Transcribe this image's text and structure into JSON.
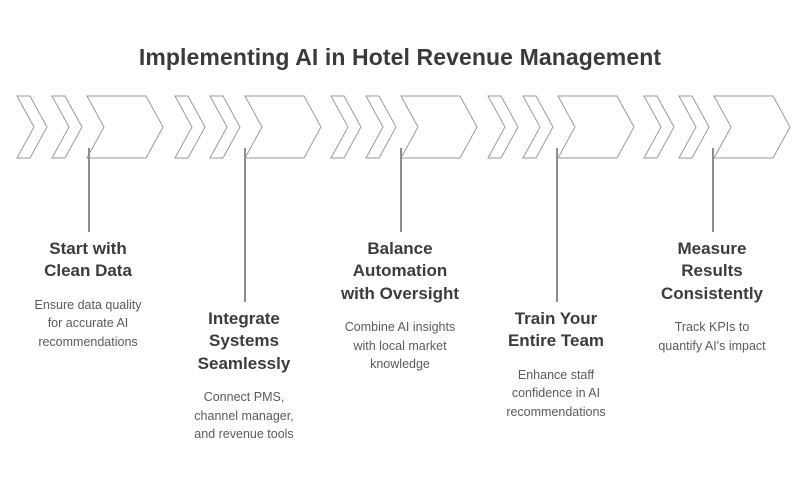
{
  "title": "Implementing AI in Hotel Revenue Management",
  "colors": {
    "background": "#ffffff",
    "title_text": "#3a3a3a",
    "heading_text": "#3c3c3c",
    "description_text": "#5b5b5b",
    "chevron_stroke": "#9a9a9a",
    "chevron_fill": "#ffffff",
    "connector_line": "#8d8d8d"
  },
  "steps": [
    {
      "index": 1,
      "heading": "Start with Clean Data",
      "heading_lines": [
        "Start with",
        "Clean Data"
      ],
      "description": "Ensure data quality for accurate AI recommendations",
      "description_lines": [
        "Ensure data quality",
        "for accurate AI",
        "recommendations"
      ],
      "icon": "triple-chevron-right-icon",
      "connector_length": "short"
    },
    {
      "index": 2,
      "heading": "Integrate Systems Seamlessly",
      "heading_lines": [
        "Integrate",
        "Systems",
        "Seamlessly"
      ],
      "description": "Connect PMS, channel manager, and revenue tools",
      "description_lines": [
        "Connect PMS,",
        "channel manager,",
        "and revenue tools"
      ],
      "icon": "triple-chevron-right-icon",
      "connector_length": "long"
    },
    {
      "index": 3,
      "heading": "Balance Automation with Oversight",
      "heading_lines": [
        "Balance",
        "Automation",
        "with Oversight"
      ],
      "description": "Combine AI insights with local market knowledge",
      "description_lines": [
        "Combine AI insights",
        "with local market",
        "knowledge"
      ],
      "icon": "triple-chevron-right-icon",
      "connector_length": "short"
    },
    {
      "index": 4,
      "heading": "Train Your Entire Team",
      "heading_lines": [
        "Train Your",
        "Entire Team"
      ],
      "description": "Enhance staff confidence in AI recommendations",
      "description_lines": [
        "Enhance staff",
        "confidence in AI",
        "recommendations"
      ],
      "icon": "triple-chevron-right-icon",
      "connector_length": "long"
    },
    {
      "index": 5,
      "heading": "Measure Results Consistently",
      "heading_lines": [
        "Measure",
        "Results",
        "Consistently"
      ],
      "description": "Track KPIs to quantify AI's impact",
      "description_lines": [
        "Track KPIs to",
        "quantify AI's impact"
      ],
      "icon": "triple-chevron-right-icon",
      "connector_length": "short"
    }
  ]
}
